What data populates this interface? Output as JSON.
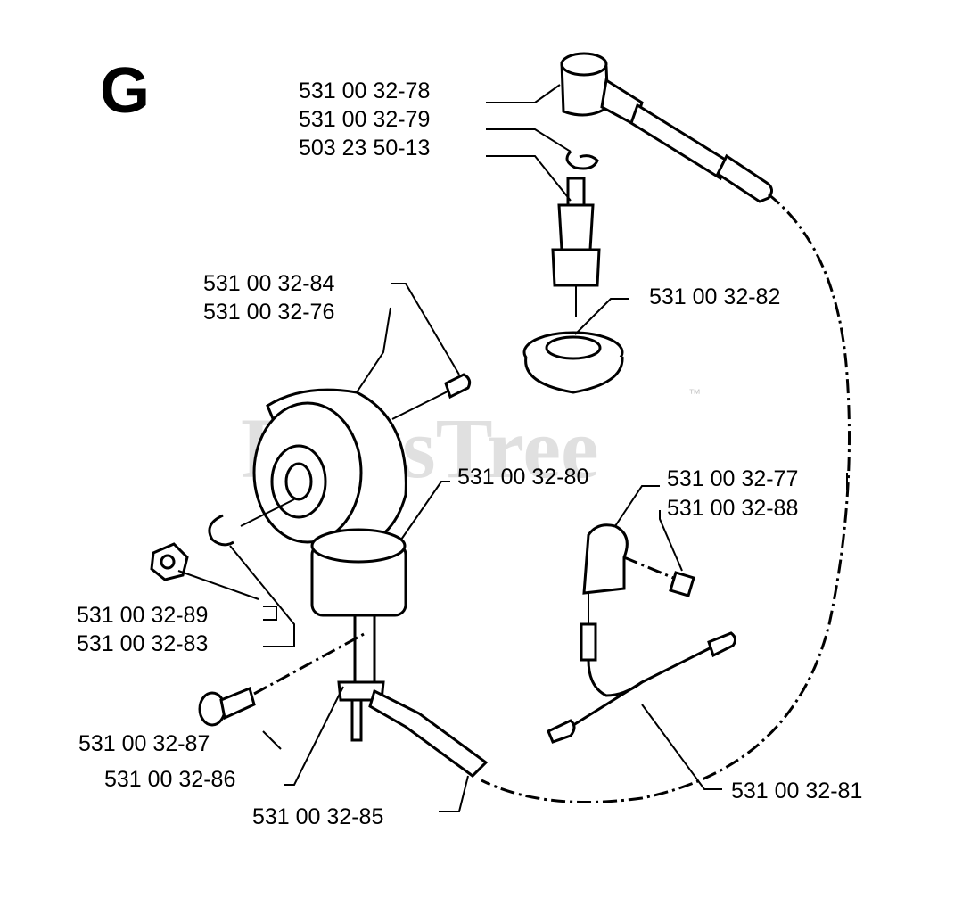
{
  "diagram": {
    "section_letter": "G",
    "watermark": "PartsTree",
    "watermark_tm": "™",
    "labels": {
      "p78": "531 00 32-78",
      "p79": "531 00 32-79",
      "p13": "503 23 50-13",
      "p84": "531 00 32-84",
      "p76": "531 00 32-76",
      "p82": "531 00 32-82",
      "p80": "531 00 32-80",
      "p77": "531 00 32-77",
      "p88": "531 00 32-88",
      "p89": "531 00 32-89",
      "p83": "531 00 32-83",
      "p87": "531 00 32-87",
      "p86": "531 00 32-86",
      "p85": "531 00 32-85",
      "p81": "531 00 32-81"
    }
  }
}
